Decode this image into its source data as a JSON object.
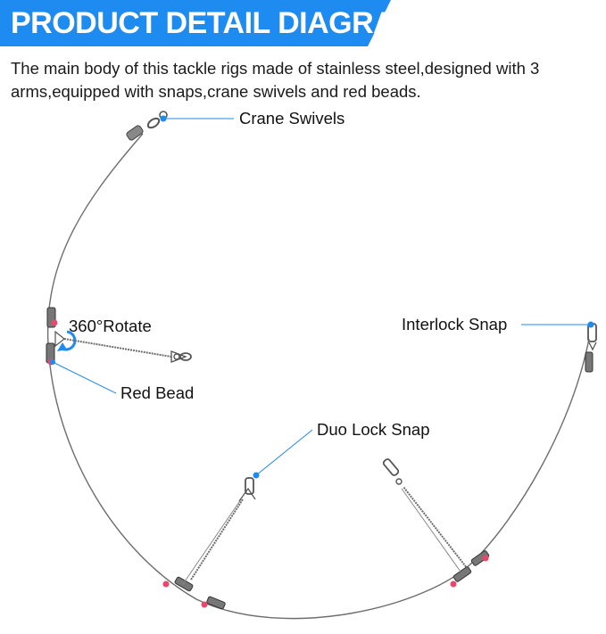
{
  "header": {
    "title": "PRODUCT DETAIL DIAGRAM"
  },
  "description": "The main body of this tackle rigs made of stainless steel,designed with 3 arms,equipped with snaps,crane swivels and red beads.",
  "callouts": {
    "crane_swivels": "Crane Swivels",
    "rotate": "360°Rotate",
    "red_bead": "Red Bead",
    "interlock_snap": "Interlock Snap",
    "duo_lock_snap": "Duo Lock Snap"
  },
  "colors": {
    "banner": "#1e8bf0",
    "callout_line": "#1e8bf0",
    "bead": "#e8486a",
    "wire": "#6d6d6d",
    "text": "#111111"
  }
}
